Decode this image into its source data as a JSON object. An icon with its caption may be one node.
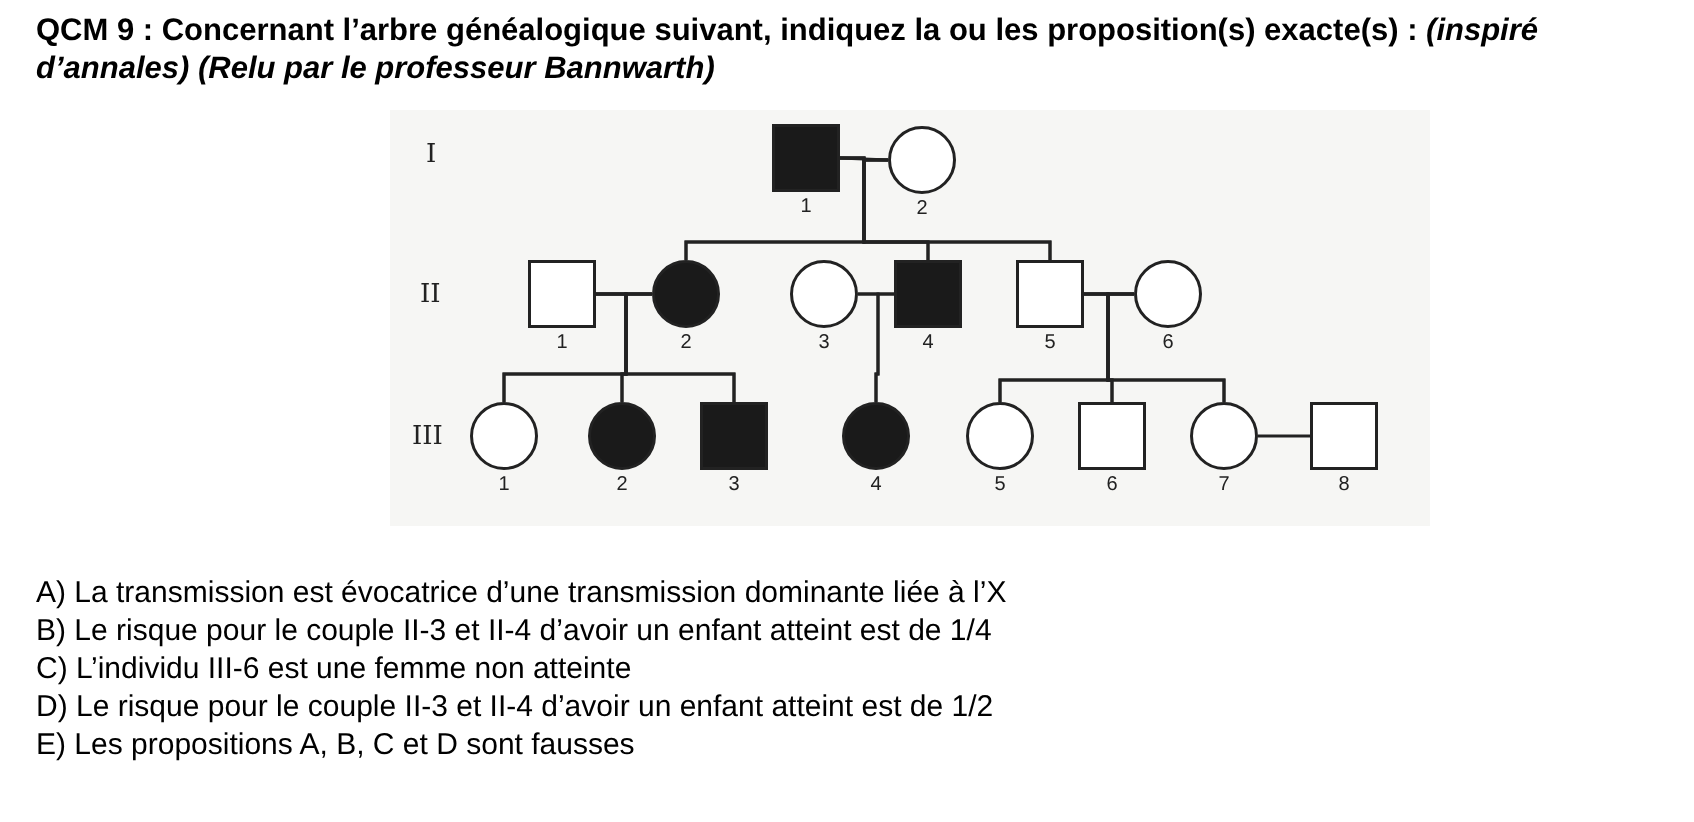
{
  "diagram": {
    "title": "**QCM 9** : Concernant l’arbre généalogique suivant, indiquez la ou les proposition(s) exacte(s) : *(inspiré d’annales) (Relu par le professeur Bannwarth)*",
    "nodes": [
      {
        "text": [],
        "shape": "box",
        "beside": [
          "1"
        ]
      },
      {
        "text": [],
        "shape": "circle",
        "beside": [
          "2"
        ]
      },
      {
        "text": [],
        "shape": "box",
        "beside": [
          "1"
        ]
      },
      {
        "text": [],
        "shape": "circle",
        "beside": [
          "2"
        ]
      },
      {
        "text": [],
        "shape": "circle",
        "beside": [
          "3"
        ]
      },
      {
        "text": [],
        "shape": "box",
        "beside": [
          "4"
        ]
      },
      {
        "text": [],
        "shape": "box",
        "beside": [
          "5"
        ]
      },
      {
        "text": [],
        "shape": "circle",
        "beside": [
          "6"
        ]
      },
      {
        "text": [],
        "shape": "circle",
        "beside": [
          "1"
        ]
      },
      {
        "text": [],
        "shape": "circle",
        "beside": [
          "2"
        ]
      },
      {
        "text": [],
        "shape": "box",
        "beside": [
          "3"
        ]
      },
      {
        "text": [],
        "shape": "circle",
        "beside": [
          "4"
        ]
      },
      {
        "text": [],
        "shape": "circle",
        "beside": [
          "5"
        ]
      },
      {
        "text": [],
        "shape": "box",
        "beside": [
          "6"
        ]
      },
      {
        "text": [],
        "shape": "circle",
        "beside": [
          "7"
        ]
      },
      {
        "text": [],
        "shape": "box",
        "beside": [
          "8"
        ]
      }
    ],
    "edges": [
      {
        "from": 0,
        "to": 1,
        "arrow": "none"
      },
      {
        "from": 0,
        "to": 3,
        "arrow": "none"
      },
      {
        "from": 1,
        "to": 3,
        "arrow": "none"
      },
      {
        "from": 0,
        "to": 5,
        "arrow": "none"
      },
      {
        "from": 1,
        "to": 5,
        "arrow": "none"
      },
      {
        "from": 0,
        "to": 6,
        "arrow": "none"
      },
      {
        "from": 1,
        "to": 6,
        "arrow": "none"
      },
      {
        "from": 2,
        "to": 3,
        "arrow": "none"
      },
      {
        "from": 4,
        "to": 5,
        "arrow": "none"
      },
      {
        "from": 6,
        "to": 7,
        "arrow": "none"
      },
      {
        "from": 2,
        "to": 8,
        "arrow": "none"
      },
      {
        "from": 3,
        "to": 8,
        "arrow": "none"
      },
      {
        "from": 2,
        "to": 9,
        "arrow": "none"
      },
      {
        "from": 3,
        "to": 9,
        "arrow": "none"
      },
      {
        "from": 2,
        "to": 10,
        "arrow": "none"
      },
      {
        "from": 3,
        "to": 10,
        "arrow": "none"
      },
      {
        "from": 4,
        "to": 11,
        "arrow": "none"
      },
      {
        "from": 5,
        "to": 11,
        "arrow": "none"
      },
      {
        "from": 6,
        "to": 12,
        "arrow": "none"
      },
      {
        "from": 7,
        "to": 12,
        "arrow": "none"
      },
      {
        "from": 6,
        "to": 13,
        "arrow": "none"
      },
      {
        "from": 7,
        "to": 13,
        "arrow": "none"
      },
      {
        "from": 6,
        "to": 14,
        "arrow": "none"
      },
      {
        "from": 7,
        "to": 14,
        "arrow": "none"
      },
      {
        "from": 14,
        "to": 15,
        "arrow": "none"
      }
    ],
    "labels": [
      "I",
      "II",
      "III",
      "A) La transmission est évocatrice d’une transmission dominante liée à l’X",
      "B) Le risque pour le couple II-3 et II-4 d’avoir un enfant atteint est de 1/4",
      "C) L’individu III-6 est une femme non atteinte",
      "D) Le risque pour le couple II-3 et II-4 d’avoir un enfant atteint est de 1/2",
      "E) Les propositions A, B, C et D sont fausses"
    ]
  }
}
